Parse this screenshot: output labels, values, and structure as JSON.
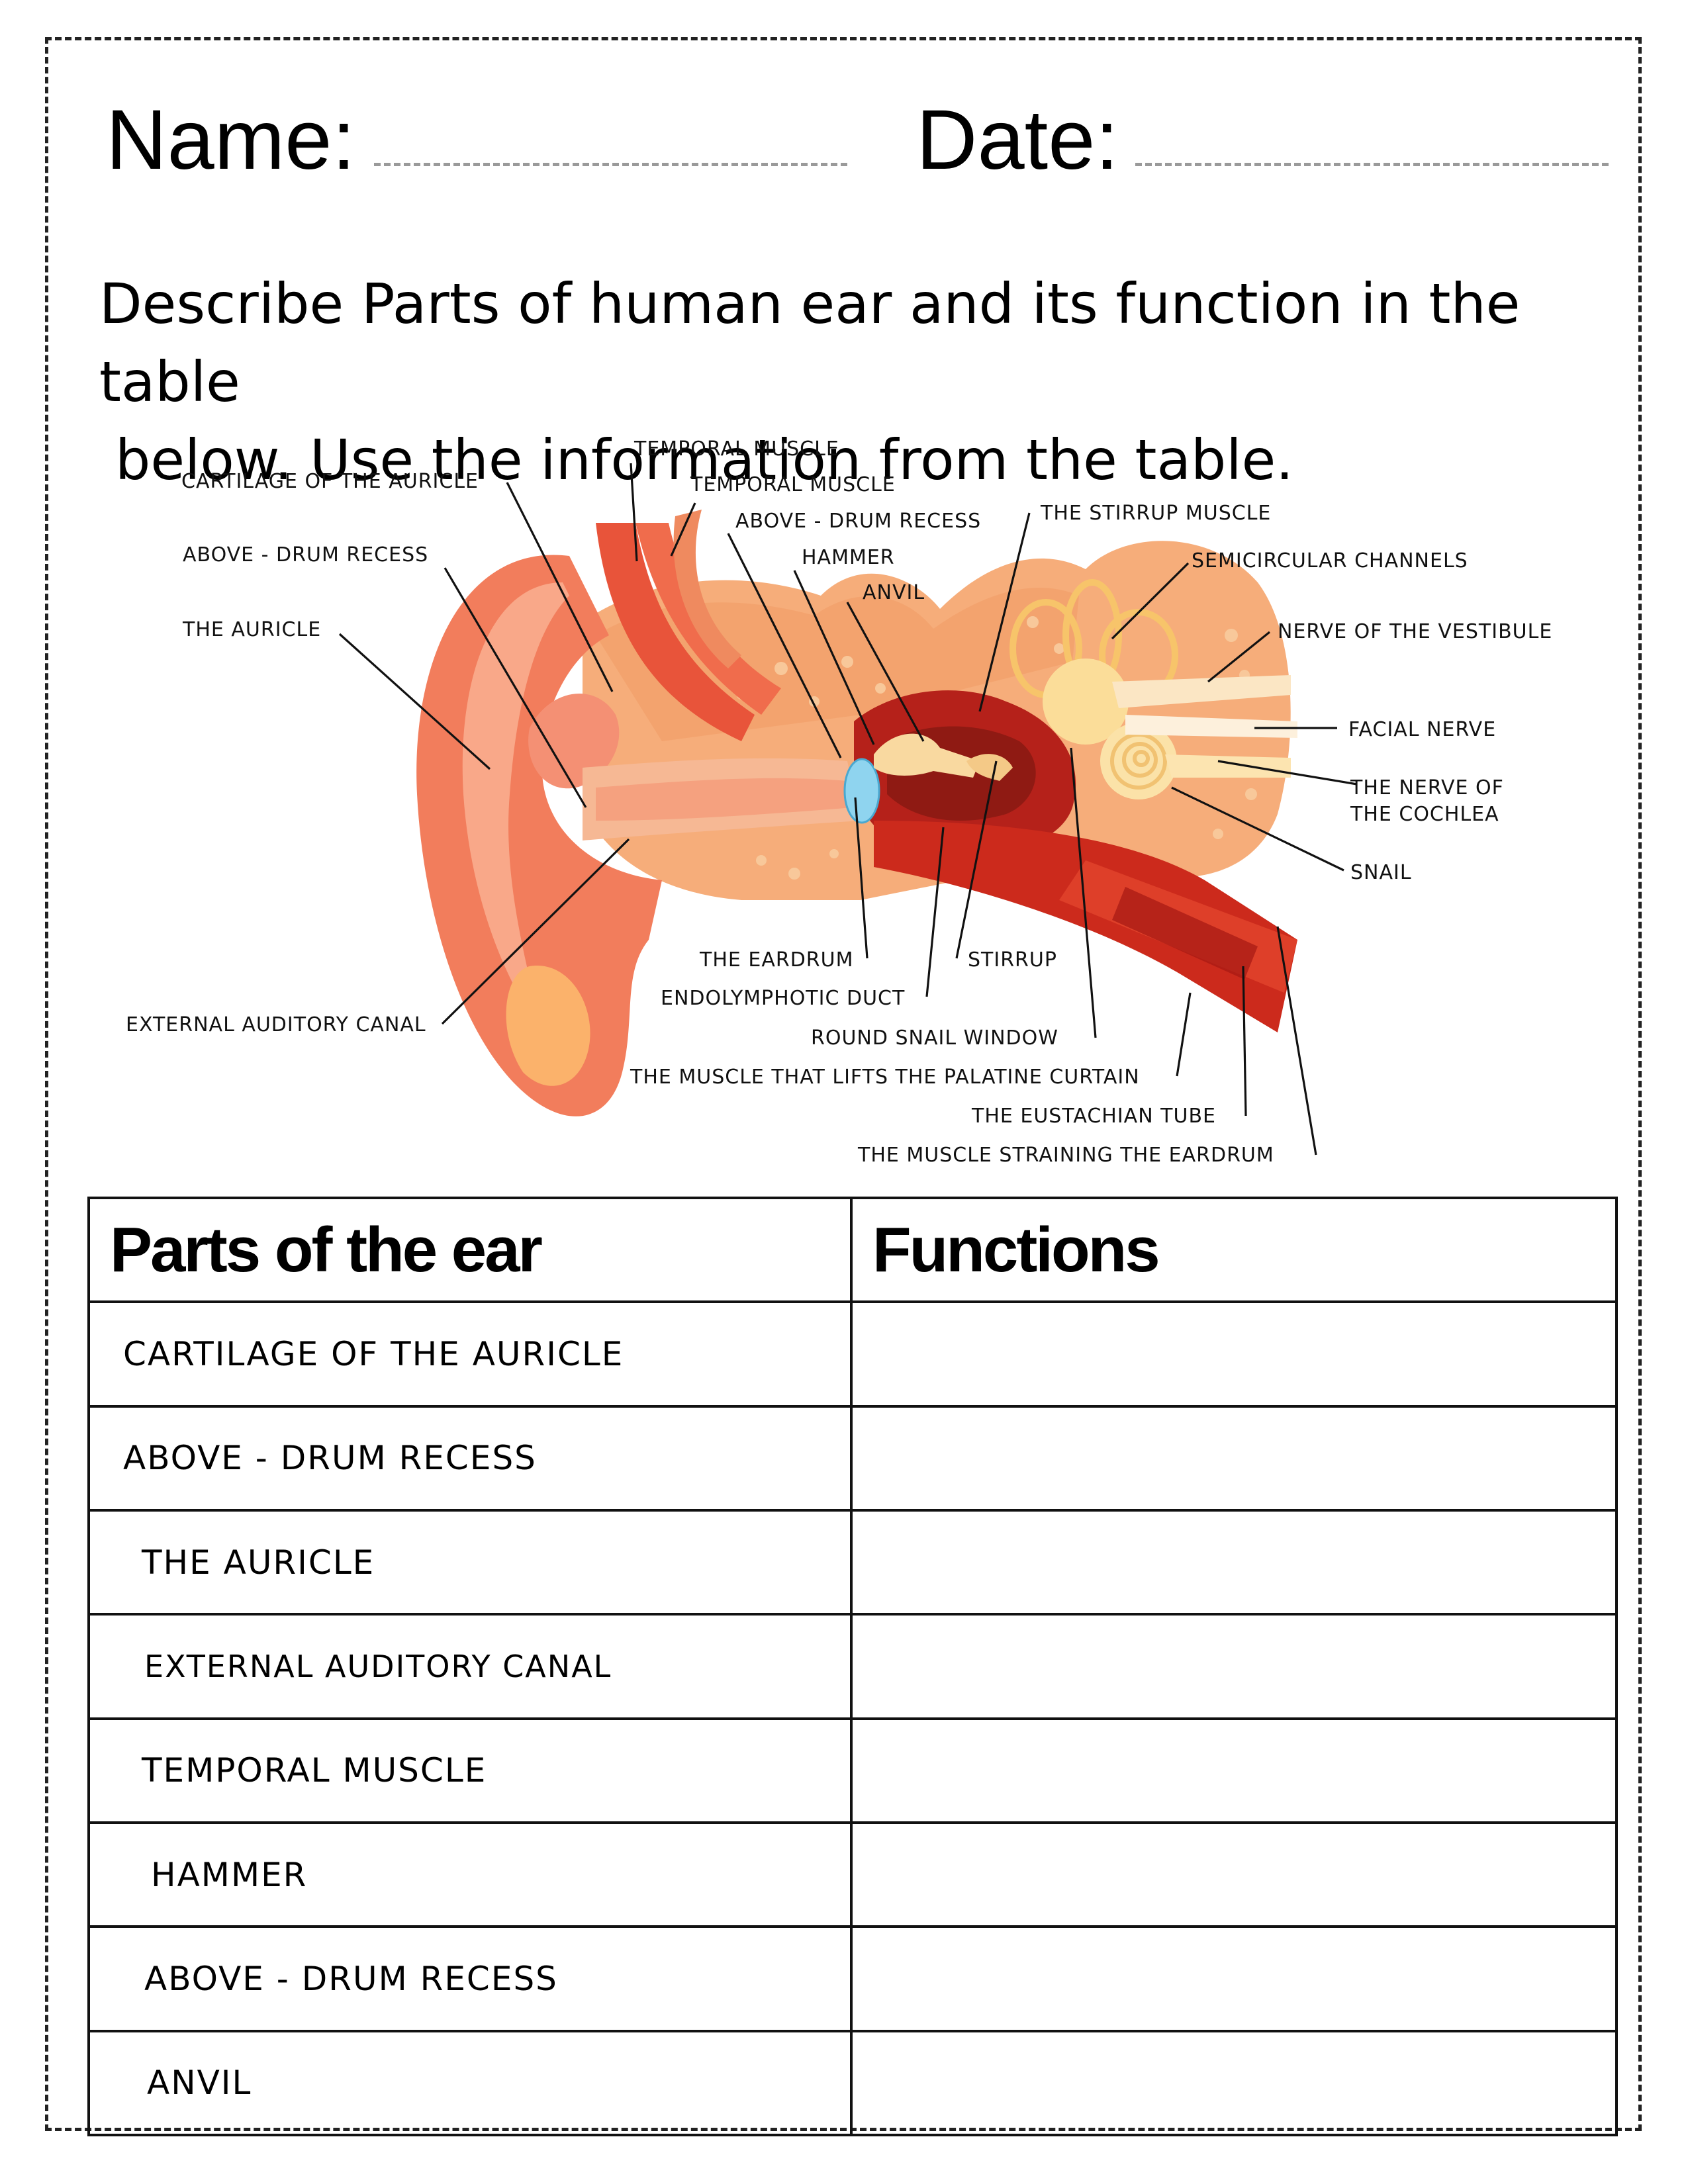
{
  "header": {
    "name_label": "Name:",
    "date_label": "Date:"
  },
  "instructions": [
    "Describe Parts of human ear and its function in the table",
    "below. Use the information from the table."
  ],
  "diagram": {
    "labels": [
      "TEMPORAL MUSCLE",
      "CARTILAGE OF THE AURICLE",
      "TEMPORAL MUSCLE",
      "ABOVE - DRUM RECESS",
      "THE STIRRUP MUSCLE",
      "ABOVE - DRUM RECESS",
      "HAMMER",
      "SEMICIRCULAR CHANNELS",
      "ANVIL",
      "THE AURICLE",
      "NERVE OF THE VESTIBULE",
      "FACIAL NERVE",
      "THE NERVE OF",
      "THE COCHLEA",
      "SNAIL",
      "THE EARDRUM",
      "STIRRUP",
      "ENDOLYMPHOTIC DUCT",
      "EXTERNAL AUDITORY CANAL",
      "ROUND SNAIL WINDOW",
      "THE MUSCLE THAT LIFTS THE PALATINE CURTAIN",
      "THE EUSTACHIAN TUBE",
      "THE MUSCLE STRAINING THE EARDRUM"
    ]
  },
  "table": {
    "headers": [
      "Parts of the ear",
      "Functions"
    ],
    "rows": [
      [
        "CARTILAGE OF THE AURICLE",
        ""
      ],
      [
        "ABOVE - DRUM RECESS",
        ""
      ],
      [
        "THE AURICLE",
        ""
      ],
      [
        "EXTERNAL AUDITORY CANAL",
        ""
      ],
      [
        "TEMPORAL MUSCLE",
        ""
      ],
      [
        "HAMMER",
        ""
      ],
      [
        "ABOVE - DRUM RECESS",
        ""
      ],
      [
        "ANVIL",
        ""
      ]
    ]
  }
}
